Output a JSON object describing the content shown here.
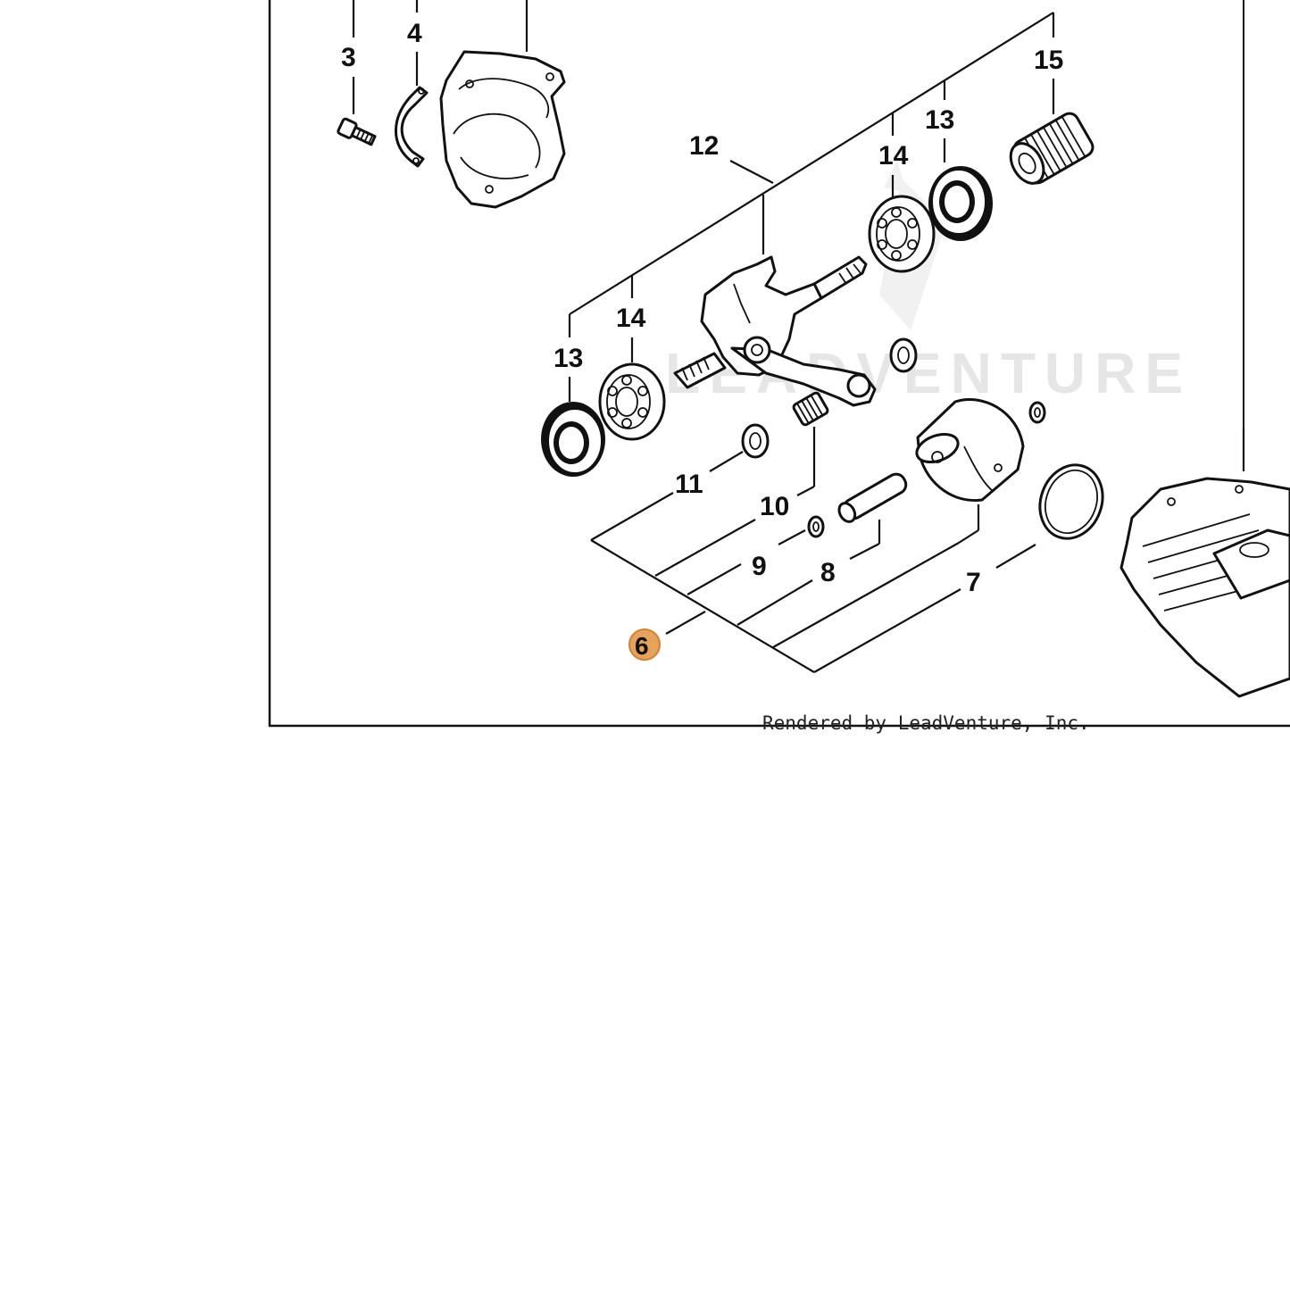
{
  "callouts": {
    "c3": "3",
    "c4": "4",
    "c6": "6",
    "c7": "7",
    "c8": "8",
    "c9": "9",
    "c10": "10",
    "c11": "11",
    "c12": "12",
    "c13a": "13",
    "c13b": "13",
    "c14a": "14",
    "c14b": "14",
    "c15": "15"
  },
  "highlight": {
    "callout": "6",
    "color": "#e8a35a",
    "ring_color": "#d08030"
  },
  "watermark": "LEADVENTURE",
  "credit": "Rendered by LeadVenture, Inc."
}
